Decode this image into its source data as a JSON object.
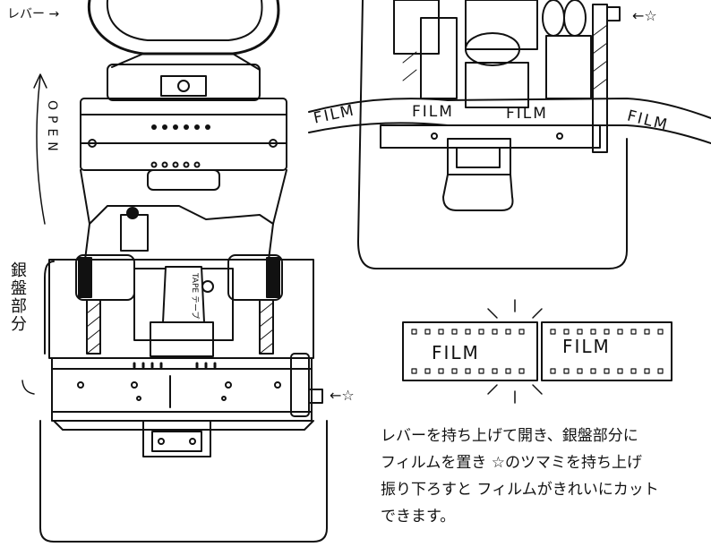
{
  "labels": {
    "lever": "レバー →",
    "open": "OPEN",
    "anvil_part": "銀盤部分",
    "star_arrow_left": "←☆",
    "star_arrow_right": "←☆",
    "tape": "TAPE テープ"
  },
  "film_labels": [
    "FILM",
    "FILM",
    "FILM",
    "FILM",
    "FILM",
    "FILM"
  ],
  "description": [
    "レバーを持ち上げて開き、銀盤部分に",
    "フィルムを置き ☆のツマミを持ち上げ",
    "振り下ろすと フィルムがきれいにカット",
    "できます。"
  ]
}
